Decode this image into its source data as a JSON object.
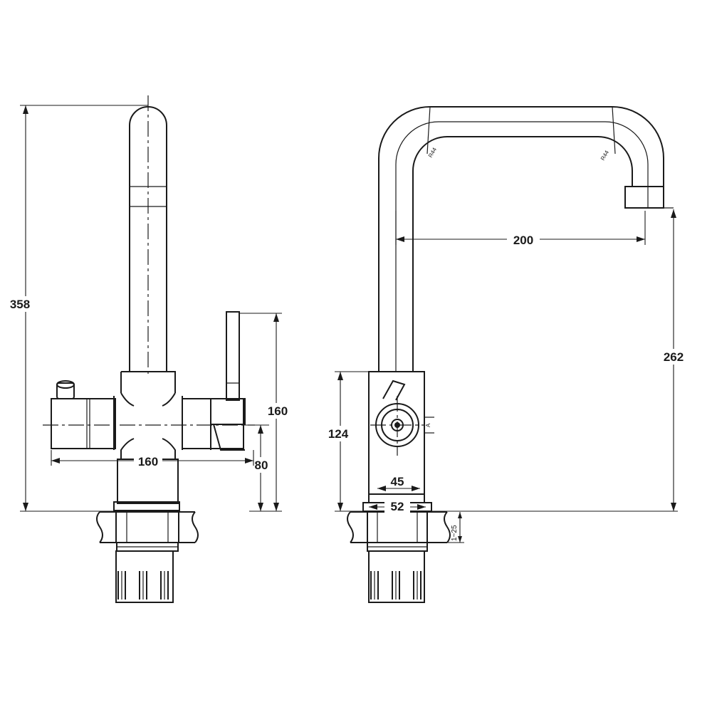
{
  "side_view": {
    "dims": {
      "overall_height": "358",
      "handle_height": "160",
      "body_width": "160",
      "body_height": "80"
    }
  },
  "front_view": {
    "dims": {
      "reach": "200",
      "spout_height": "262",
      "body_height": "124",
      "inner_base_width": "45",
      "base_width": "52",
      "deck_thickness": "1~25",
      "radius_left": "R44",
      "radius_right": "R44",
      "lever_angle": "A"
    }
  }
}
